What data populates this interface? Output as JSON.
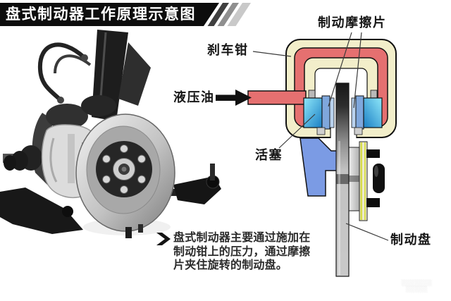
{
  "title": "盘式制动器工作原理示意图",
  "diagram_labels": {
    "friction_pads": "制动摩擦片",
    "caliper": "刹车钳",
    "hydraulic_fluid": "液压油",
    "piston": "活塞",
    "brake_disc": "制动盘"
  },
  "description": {
    "line1": "盘式制动器主要通过施加在",
    "line2": "制动钳上的压力，通过摩擦",
    "line3": "片夹住旋转的制动盘。"
  },
  "watermark": {
    "line1": "░░░░░░░",
    "line2": "░░░░░"
  },
  "colors": {
    "title_bar_bg": "#0d0d0d",
    "title_text": "#ffffff",
    "caliper_housing_cream": "#f2eeca",
    "caliper_red": "#e57070",
    "piston_cyan": "#2e9fd4",
    "pad_blue": "#7fa7dc",
    "bracket_blue": "#7b9be4",
    "disc_gray": "#bfbfbf"
  }
}
